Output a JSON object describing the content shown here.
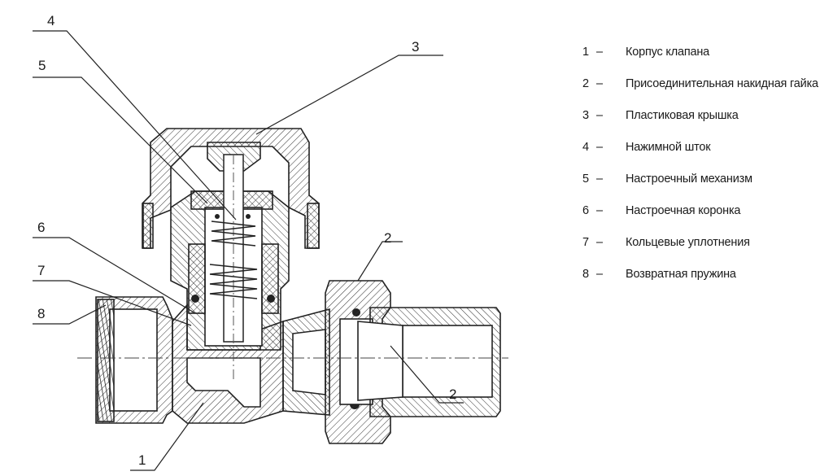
{
  "callouts": {
    "c1": "1",
    "c2_top": "2",
    "c2_bottom": "2",
    "c3": "3",
    "c4": "4",
    "c5": "5",
    "c6": "6",
    "c7": "7",
    "c8": "8"
  },
  "legend": {
    "items": [
      {
        "num": "1",
        "dash": "–",
        "text": "Корпус клапана"
      },
      {
        "num": "2",
        "dash": "–",
        "text": "Присоединительная накидная гайка"
      },
      {
        "num": "3",
        "dash": "–",
        "text": "Пластиковая крышка"
      },
      {
        "num": "4",
        "dash": "–",
        "text": "Нажимной шток"
      },
      {
        "num": "5",
        "dash": "–",
        "text": "Настроечный механизм"
      },
      {
        "num": "6",
        "dash": "–",
        "text": "Настроечная коронка"
      },
      {
        "num": "7",
        "dash": "–",
        "text": "Кольцевые уплотнения"
      },
      {
        "num": "8",
        "dash": "–",
        "text": "Возвратная пружина"
      }
    ]
  }
}
